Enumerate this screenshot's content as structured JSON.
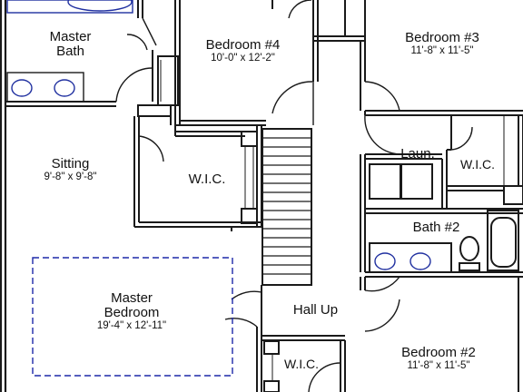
{
  "plan": {
    "line_color": "#1a1a1a",
    "fixture_color": "#2030a0",
    "bed_outline_color": "#1d28a8"
  },
  "rooms": {
    "master_bath": {
      "name_line1": "Master",
      "name_line2": "Bath"
    },
    "bedroom4": {
      "name": "Bedroom #4",
      "size": "10'-0\" x 12'-2\""
    },
    "bedroom3": {
      "name": "Bedroom #3",
      "size": "11'-8\" x 11'-5\""
    },
    "sitting": {
      "name": "Sitting",
      "size": "9'-8\" x 9'-8\""
    },
    "wic_master": {
      "name": "W.I.C."
    },
    "laundry": {
      "name": "Laun."
    },
    "wic_bed3": {
      "name": "W.I.C."
    },
    "bath2": {
      "name": "Bath #2"
    },
    "master_bedroom": {
      "name_line1": "Master",
      "name_line2": "Bedroom",
      "size": "19'-4\" x 12'-11\""
    },
    "hall": {
      "name": "Hall Up"
    },
    "wic_bed2": {
      "name": "W.I.C."
    },
    "bedroom2": {
      "name": "Bedroom #2",
      "size": "11'-8\" x 11'-5\""
    }
  }
}
